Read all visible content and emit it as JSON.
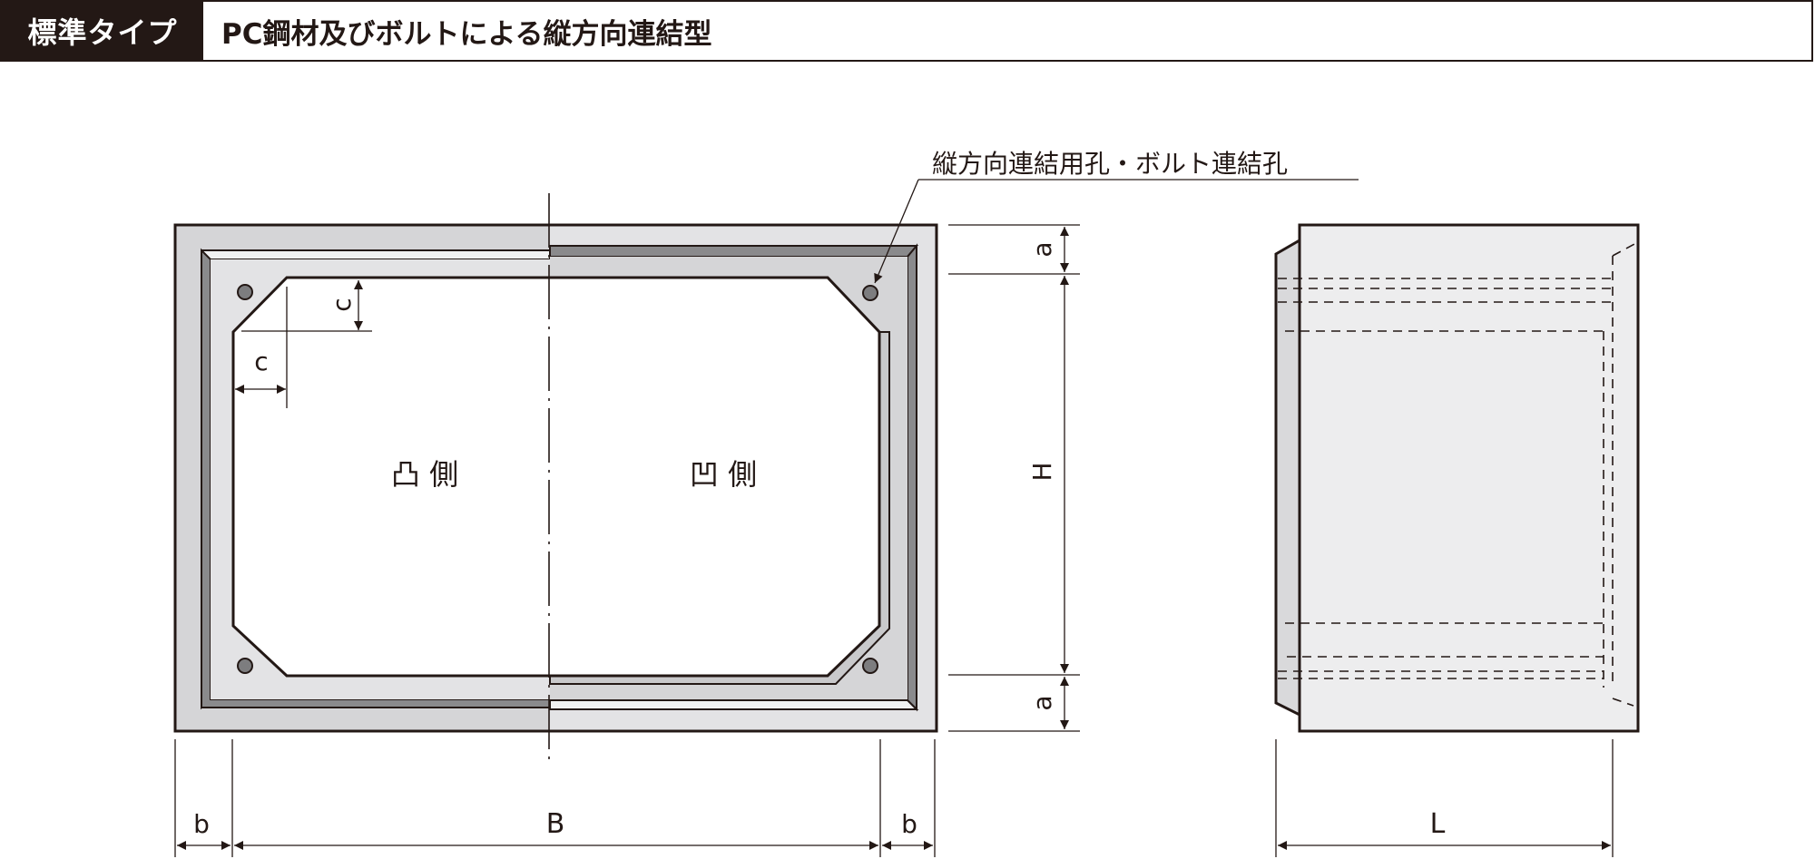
{
  "header": {
    "tag": "標準タイプ",
    "title": "PC鋼材及びボルトによる縦方向連結型"
  },
  "callout": {
    "label": "縦方向連結用孔・ボルト連結孔"
  },
  "front_view": {
    "convex_side_label": "凸 側",
    "concave_side_label": "凹 側",
    "chamfer_label_vertical": "c",
    "chamfer_label_horizontal": "c"
  },
  "dimensions": {
    "top_a": "a",
    "height": "H",
    "bottom_a": "a",
    "left_b": "b",
    "width": "B",
    "right_b": "b",
    "length": "L"
  },
  "colors": {
    "line": "#231815",
    "outer_band": "#d5d5d7",
    "inner_band": "#e3e3e5",
    "dark_band": "#8a8a8c",
    "light_strip": "#f1f1f2",
    "side_face": "#ededee",
    "side_flange": "#d9d9db",
    "hole": "#7d7d7f"
  }
}
